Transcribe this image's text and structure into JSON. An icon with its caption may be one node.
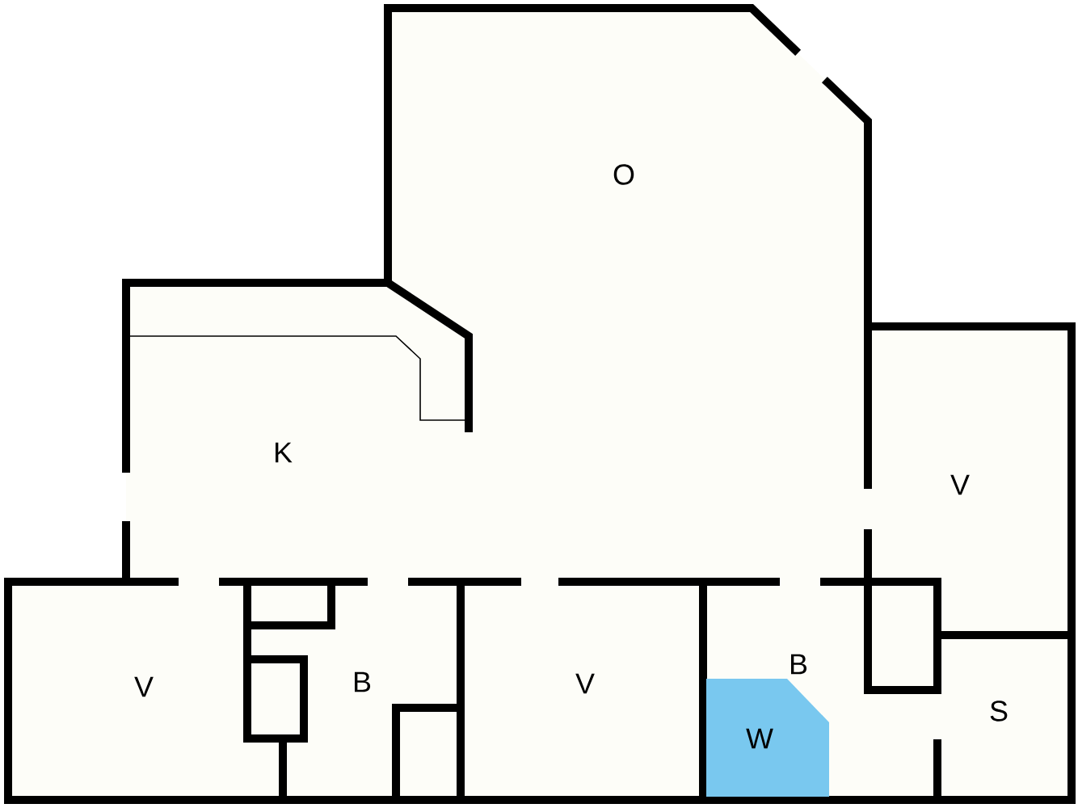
{
  "diagram": {
    "nodes": [
      {
        "text": [
          "O"
        ]
      },
      {
        "text": [
          "K"
        ]
      },
      {
        "text": [
          "V"
        ]
      },
      {
        "text": [
          "V"
        ]
      },
      {
        "text": [
          "B"
        ]
      },
      {
        "text": [
          "V"
        ]
      },
      {
        "text": [
          "B"
        ]
      },
      {
        "text": [
          "W"
        ]
      },
      {
        "text": [
          "S"
        ]
      }
    ]
  }
}
